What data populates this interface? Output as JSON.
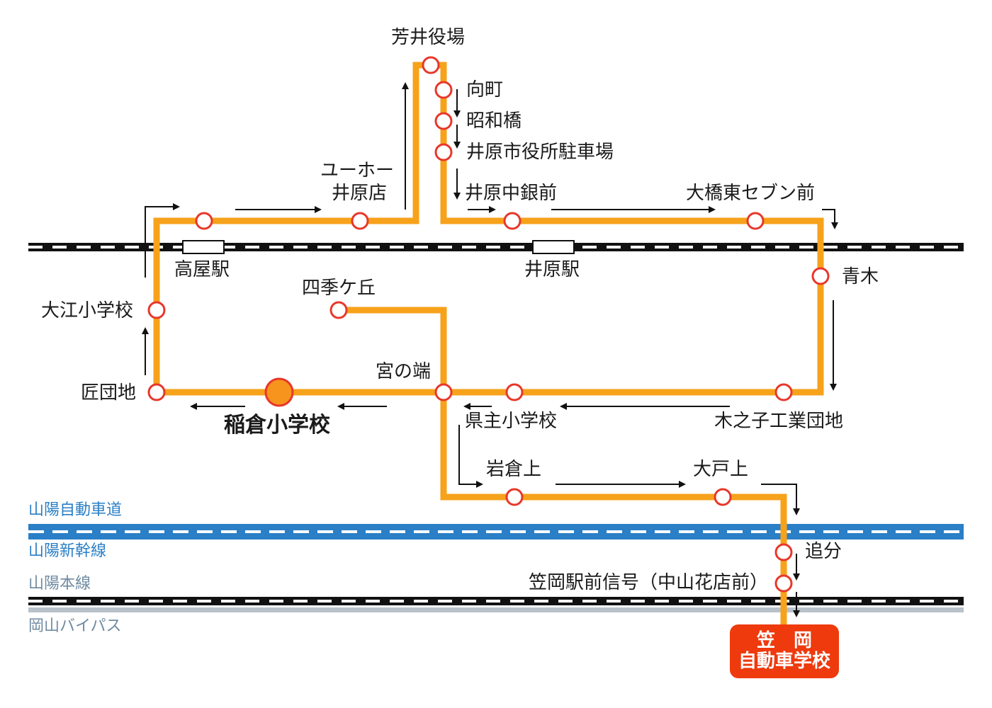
{
  "route": {
    "color": "#f7a21b",
    "stop_outline": "#e8372a",
    "arrow_color": "#111111",
    "current_stop_fill": "#f7941d"
  },
  "stops": {
    "haga_yakuba": "芳井役場",
    "mukaimachi": "向町",
    "showabashi": "昭和橋",
    "ibara_shiyakusho": "井原市役所駐車場",
    "ibara_chugin": "井原中銀前",
    "ohashi_higashi": "大橋東セブン前",
    "yuho_line1": "ユーホー",
    "yuho_line2": "井原店",
    "aoki": "青木",
    "oe_school": "大江小学校",
    "takumi_danchi": "匠団地",
    "shikigaoka": "四季ケ丘",
    "miyanohata": "宮の端",
    "kenshu_school": "県主小学校",
    "kinoko": "木之子工業団地",
    "iwakura_kami": "岩倉上",
    "oto_kami": "大戸上",
    "oiwake": "追分",
    "kasaoka_signal": "笠岡駅前信号（中山花店前）"
  },
  "stations": {
    "takaya": "高屋駅",
    "ibara": "井原駅"
  },
  "current_stop": "稲倉小学校",
  "lines": {
    "sanyo_expressway": "山陽自動車道",
    "sanyo_shinkansen": "山陽新幹線",
    "sanyo_main": "山陽本線",
    "okayama_bypass": "岡山バイパス"
  },
  "destination": {
    "line1": "笠　岡",
    "line2": "自動車学校"
  }
}
